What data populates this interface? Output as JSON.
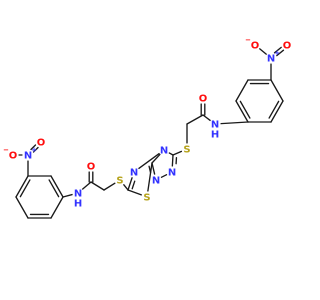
{
  "colors": {
    "bond": "#1a1a1a",
    "carbon": "#1a1a1a",
    "nitrogen": "#3333ff",
    "oxygen": "#ff0d0d",
    "sulfur": "#b5a21a",
    "background": "#ffffff"
  },
  "atoms": {
    "nitro_n_right": "N",
    "nitro_n_right_charge": "+",
    "nitro_o_right_single": "O",
    "nitro_o_right_single_charge": "−",
    "nitro_o_right_double": "O",
    "amide_n_right": "N",
    "amide_h_right": "H",
    "carbonyl_o_right": "O",
    "thioether_s_right": "S",
    "triazole_n_top": "N",
    "triazole_n_bottom_left": "N",
    "triazole_n_bottom_right": "N",
    "thiadiazole_n": "N",
    "ring_s": "S",
    "thioether_s_left": "S",
    "carbonyl_o_left": "O",
    "amide_n_left": "N",
    "amide_h_left": "H",
    "nitro_n_left": "N",
    "nitro_n_left_charge": "+",
    "nitro_o_left_single": "O",
    "nitro_o_left_single_charge": "−",
    "nitro_o_left_double": "O"
  }
}
